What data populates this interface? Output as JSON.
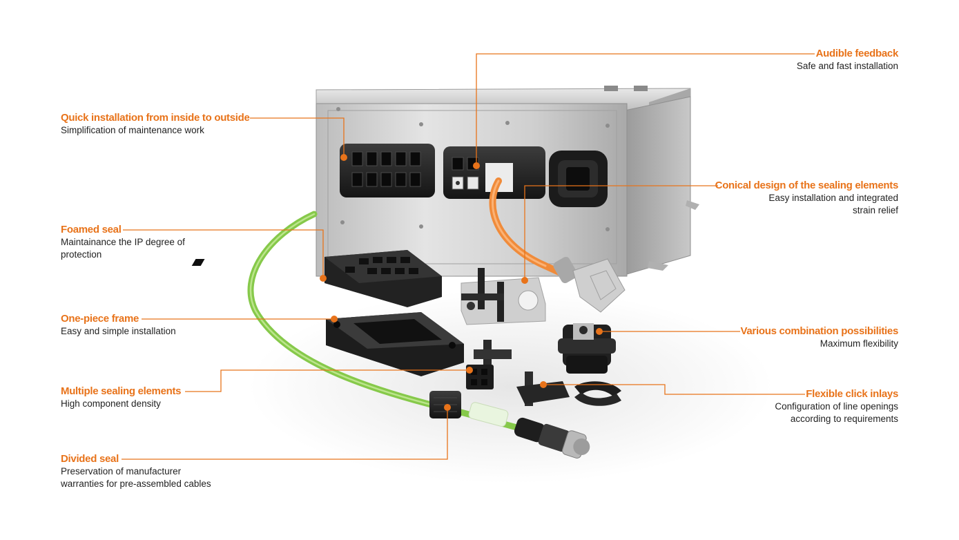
{
  "accent": "#e8731a",
  "callouts_left": [
    {
      "title": "Quick installation from inside to outside",
      "subtitle": "Simplification of maintenance work"
    },
    {
      "title": "Foamed seal",
      "subtitle": "Maintainance the IP degree of\nprotection"
    },
    {
      "title": "One-piece frame",
      "subtitle": "Easy and simple installation"
    },
    {
      "title": "Multiple sealing elements",
      "subtitle": "High component density"
    },
    {
      "title": "Divided seal",
      "subtitle": "Preservation of manufacturer\nwarranties for pre-assembled cables"
    }
  ],
  "callouts_right": [
    {
      "title": "Audible feedback",
      "subtitle": "Safe and fast installation"
    },
    {
      "title": "Conical design of the sealing elements",
      "subtitle": "Easy installation and integrated\nstrain relief"
    },
    {
      "title": "Various combination possibilities",
      "subtitle": "Maximum flexibility"
    },
    {
      "title": "Flexible click inlays",
      "subtitle": "Configuration of line openings\naccording to requirements"
    }
  ]
}
